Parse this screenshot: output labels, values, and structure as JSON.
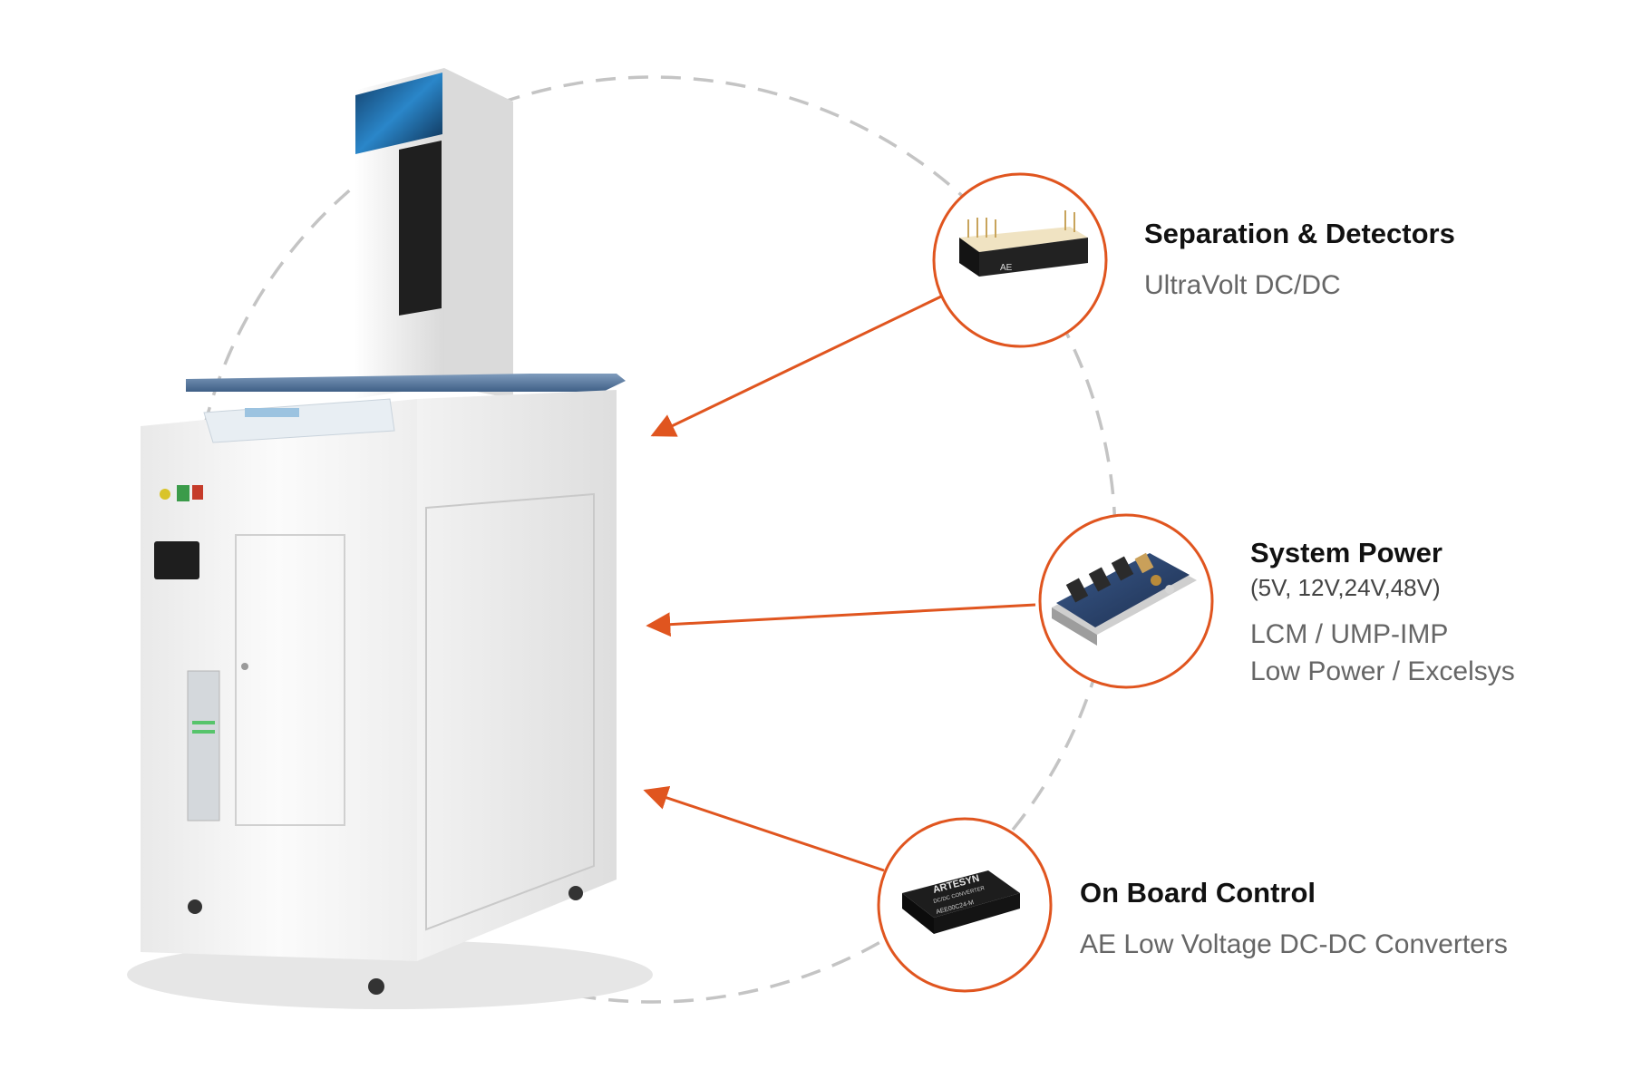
{
  "colors": {
    "accent": "#e0551f",
    "dashed_circle": "#c4c4c4",
    "title_text": "#111111",
    "sub_text": "#666666",
    "machine_body": "#f4f4f4",
    "machine_shadow": "#dcdcdc",
    "glass_lid": "#5f7fa3",
    "screen_blue": "#2a86c9"
  },
  "machine": {
    "indicator_light": "yellow-green",
    "button_colors": [
      "#3b9b4a",
      "#c53b2a"
    ]
  },
  "callouts": [
    {
      "id": "separation",
      "title": "Separation & Detectors",
      "paren": "",
      "lines": [
        "UltraVolt DC/DC"
      ],
      "icon": "hv-module-icon"
    },
    {
      "id": "system-power",
      "title": "System Power",
      "paren": "(5V, 12V,24V,48V)",
      "lines": [
        "LCM / UMP-IMP",
        "Low Power / Excelsys"
      ],
      "icon": "power-supply-board-icon"
    },
    {
      "id": "on-board",
      "title": "On Board Control",
      "paren": "",
      "lines": [
        "AE Low Voltage DC-DC Converters"
      ],
      "icon": "dc-dc-converter-icon"
    }
  ],
  "product_labels": {
    "converter_brand": "ARTESYN",
    "converter_line1": "DC/DC CONVERTER",
    "converter_part": "AEE00C24-M",
    "hv_badge": "AE"
  }
}
